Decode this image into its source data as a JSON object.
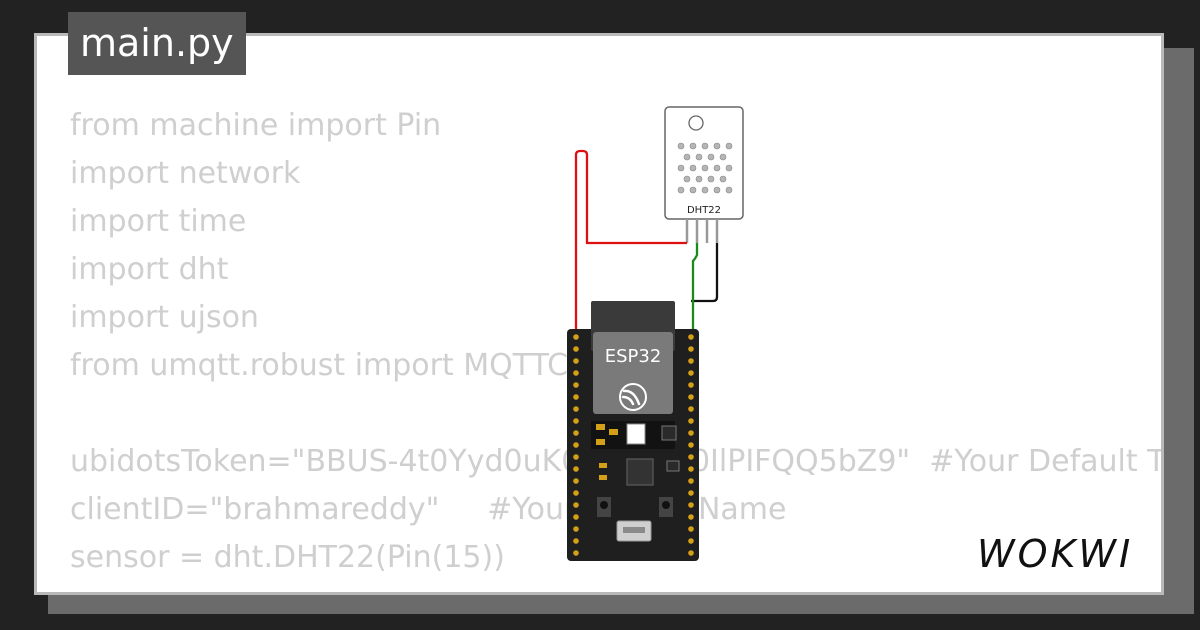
{
  "file_tab": {
    "label": "main.py"
  },
  "code": {
    "lines": [
      "from machine import Pin",
      "import network",
      "import time",
      "import dht",
      "import ujson",
      "from umqtt.robust import MQTTClient",
      "",
      "ubidotsToken=\"BBUS-4t0Yyd0uK0aV6KBr0IlPIFQQ5bZ9\"  #Your Default Token",
      "clientID=\"brahmareddy\"     #Your Device Name",
      "sensor = dht.DHT22(Pin(15))"
    ]
  },
  "circuit": {
    "board_label": "ESP32",
    "sensor_label": "DHT22",
    "wire_colors": {
      "vcc": "#e01010",
      "gnd": "#111111",
      "data": "#1a8a1a"
    }
  },
  "brand": {
    "logo_text": "WOKWI"
  },
  "colors": {
    "background": "#222222",
    "card": "#ffffff",
    "code_text": "#cfcfcf",
    "tab": "#555555"
  }
}
